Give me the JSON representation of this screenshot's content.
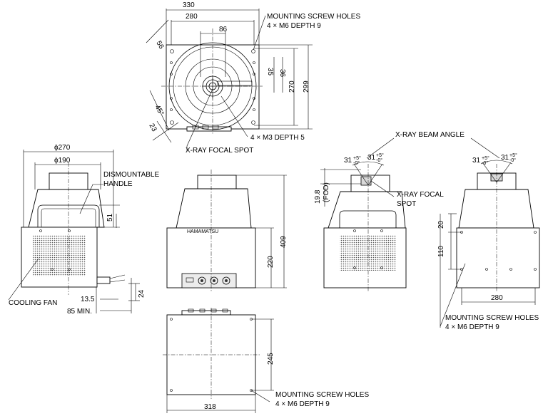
{
  "top_view": {
    "dims": [
      "330",
      "280",
      "86",
      "56",
      "35",
      "36",
      "270",
      "299",
      "45°",
      "23"
    ],
    "labels": {
      "mounting_holes_1": "MOUNTING SCREW HOLES",
      "mounting_holes_2": "4 × M6 DEPTH 9",
      "m3_holes": "4 × M3 DEPTH 5",
      "focal_spot": "X-RAY FOCAL SPOT"
    }
  },
  "left_view": {
    "dims": [
      "ϕ270",
      "ϕ190",
      "51",
      "13.5",
      "85 MIN.",
      "24"
    ],
    "labels": {
      "handle_1": "DISMOUNTABLE",
      "handle_2": "HANDLE",
      "fan": "COOLING FAN"
    }
  },
  "front_view": {
    "dims": [
      "409",
      "220"
    ],
    "brand": "HAMAMATSU"
  },
  "side_view": {
    "dims": [
      "19.8",
      "(FOD)"
    ],
    "labels": {
      "beam_angle": "X-RAY BEAM ANGLE",
      "focal_1": "X-RAY FOCAL",
      "focal_2": "SPOT"
    },
    "angle_main": "31",
    "angle_sup": "+5°",
    "angle_sub": "-0°"
  },
  "right_view": {
    "dims": [
      "20",
      "110",
      "280"
    ],
    "labels": {
      "mounting_holes_1": "MOUNTING SCREW HOLES",
      "mounting_holes_2": "4 × M6 DEPTH 9"
    }
  },
  "bottom_view": {
    "dims": [
      "245",
      "318"
    ],
    "labels": {
      "mounting_holes_1": "MOUNTING SCREW HOLES",
      "mounting_holes_2": "4 × M6 DEPTH 9"
    }
  }
}
